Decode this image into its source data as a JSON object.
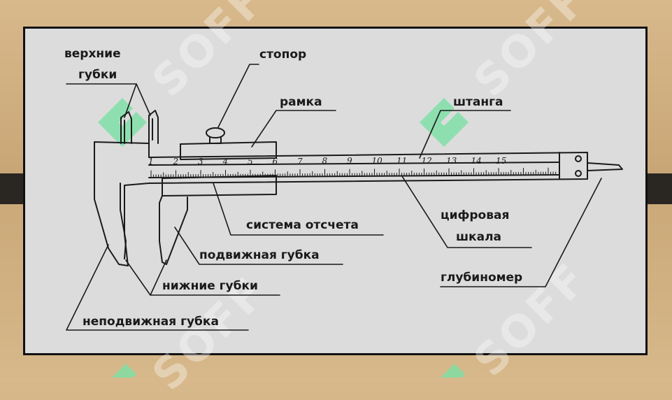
{
  "labels": {
    "upper_jaws": [
      "верхние",
      "губки"
    ],
    "stopper": "стопор",
    "frame": "рамка",
    "beam": "штанга",
    "reading_system": "система отсчета",
    "digital_scale": [
      "цифровая",
      "шкала"
    ],
    "movable_jaw": "подвижная губка",
    "lower_jaws": "нижние губки",
    "depth_gauge": "глубиномер",
    "fixed_jaw": "неподвижная губка"
  },
  "scale_numbers": [
    "1",
    "2",
    "3",
    "4",
    "5",
    "6",
    "7",
    "8",
    "9",
    "10",
    "11",
    "12",
    "13",
    "14",
    "15"
  ],
  "watermark": "SOFF",
  "colors": {
    "line": "#1a1a1a",
    "board": "#dcdcdc",
    "watermark_green": "#7be0a4"
  }
}
